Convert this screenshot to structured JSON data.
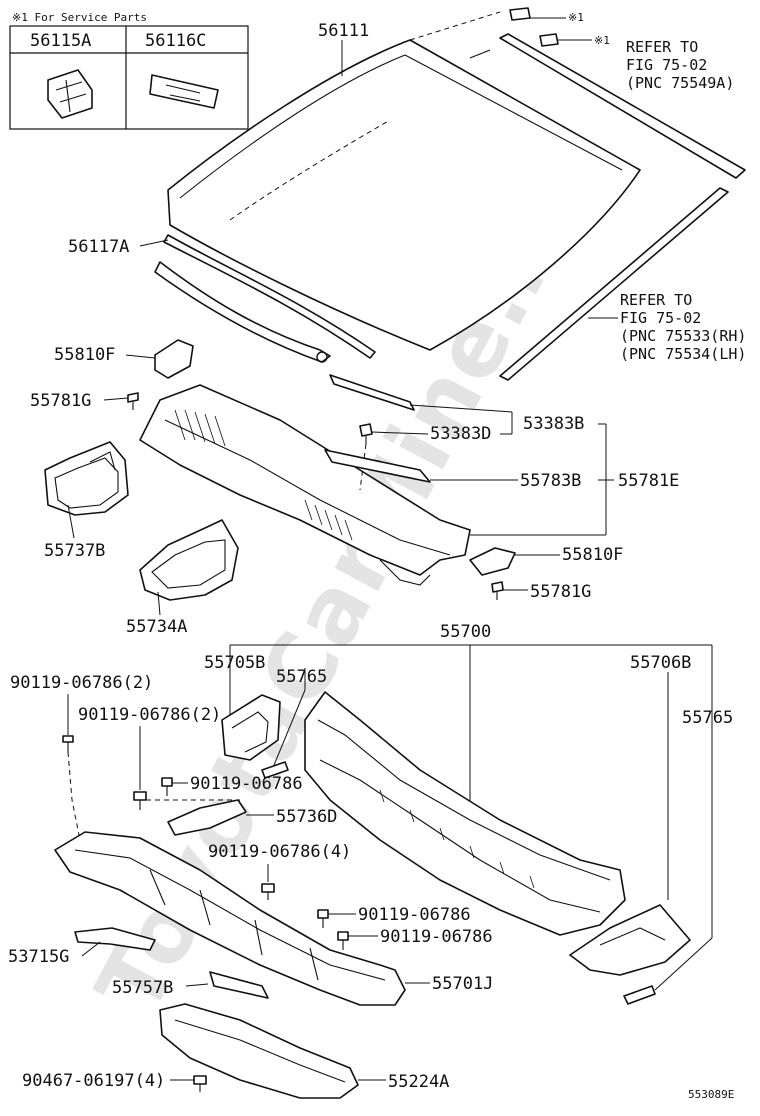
{
  "watermark": "ToyotaCarMine.ru",
  "service_note": "※1 For Service Parts",
  "service_table": {
    "col1": "56115A",
    "col2": "56116C"
  },
  "marks": {
    "m1": "※1",
    "m2": "※1"
  },
  "refs": {
    "r1": [
      "REFER TO",
      "FIG 75-02",
      "(PNC 75549A)"
    ],
    "r2": [
      "REFER TO",
      "FIG 75-02",
      "(PNC 75533(RH)",
      "(PNC 75534(LH)"
    ]
  },
  "labels": {
    "p56111": "56111",
    "p56117A": "56117A",
    "p55810F_a": "55810F",
    "p55781G_a": "55781G",
    "p53383D": "53383D",
    "p53383B": "53383B",
    "p55783B": "55783B",
    "p55781E": "55781E",
    "p55737B": "55737B",
    "p55810F_b": "55810F",
    "p55734A": "55734A",
    "p55781G_b": "55781G",
    "p55700": "55700",
    "p55705B": "55705B",
    "p55765_a": "55765",
    "p55706B": "55706B",
    "p55765_b": "55765",
    "b1": "90119-06786(2)",
    "b2": "90119-06786(2)",
    "b3": "90119-06786",
    "p55736D": "55736D",
    "b4": "90119-06786(4)",
    "b5": "90119-06786",
    "b6": "90119-06786",
    "p53715G": "53715G",
    "p55757B": "55757B",
    "p55701J": "55701J",
    "b7": "90467-06197(4)",
    "p55224A": "55224A"
  },
  "figure_id": "553089E"
}
